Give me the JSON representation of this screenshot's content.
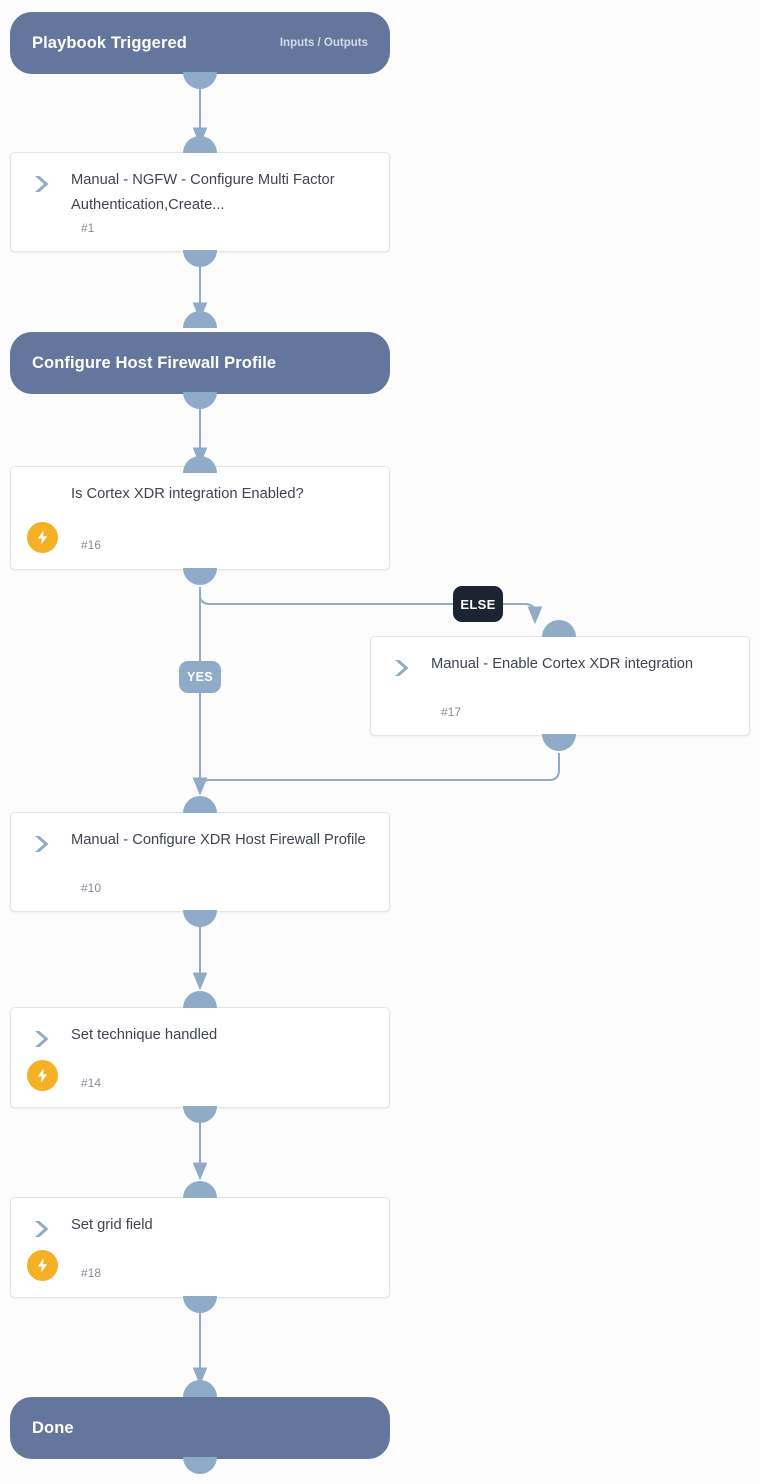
{
  "diagram": {
    "type": "playbook-flow",
    "title": "Playbook Triggered",
    "accent_node": "#64769c",
    "accent_connector": "#8fabc8",
    "accent_badge_else": "#1b2430",
    "accent_badge_yes": "#8fabc8",
    "accent_bolt": "#f5b125",
    "background": "#fcfcfc"
  },
  "start": {
    "label": "Playbook Triggered",
    "link": "Inputs / Outputs"
  },
  "section": {
    "label": "Configure Host Firewall Profile"
  },
  "end": {
    "label": "Done"
  },
  "branches": {
    "yes_label": "YES",
    "else_label": "ELSE"
  },
  "tasks": [
    {
      "id": "task-1",
      "title": "Manual - NGFW - Configure Multi Factor Authentication,Create...",
      "number": "#1",
      "icon": "chevron-right-icon",
      "has_bolt": false
    },
    {
      "id": "task-16",
      "title": "Is Cortex XDR integration Enabled?",
      "number": "#16",
      "icon": "diamond-condition-icon",
      "has_bolt": true
    },
    {
      "id": "task-17",
      "title": "Manual - Enable Cortex XDR integration",
      "number": "#17",
      "icon": "chevron-right-icon",
      "has_bolt": false
    },
    {
      "id": "task-10",
      "title": "Manual - Configure XDR Host Firewall Profile",
      "number": "#10",
      "icon": "chevron-right-icon",
      "has_bolt": false
    },
    {
      "id": "task-14",
      "title": "Set technique handled",
      "number": "#14",
      "icon": "chevron-right-icon",
      "has_bolt": true
    },
    {
      "id": "task-18",
      "title": "Set grid field",
      "number": "#18",
      "icon": "chevron-right-icon",
      "has_bolt": true
    }
  ]
}
